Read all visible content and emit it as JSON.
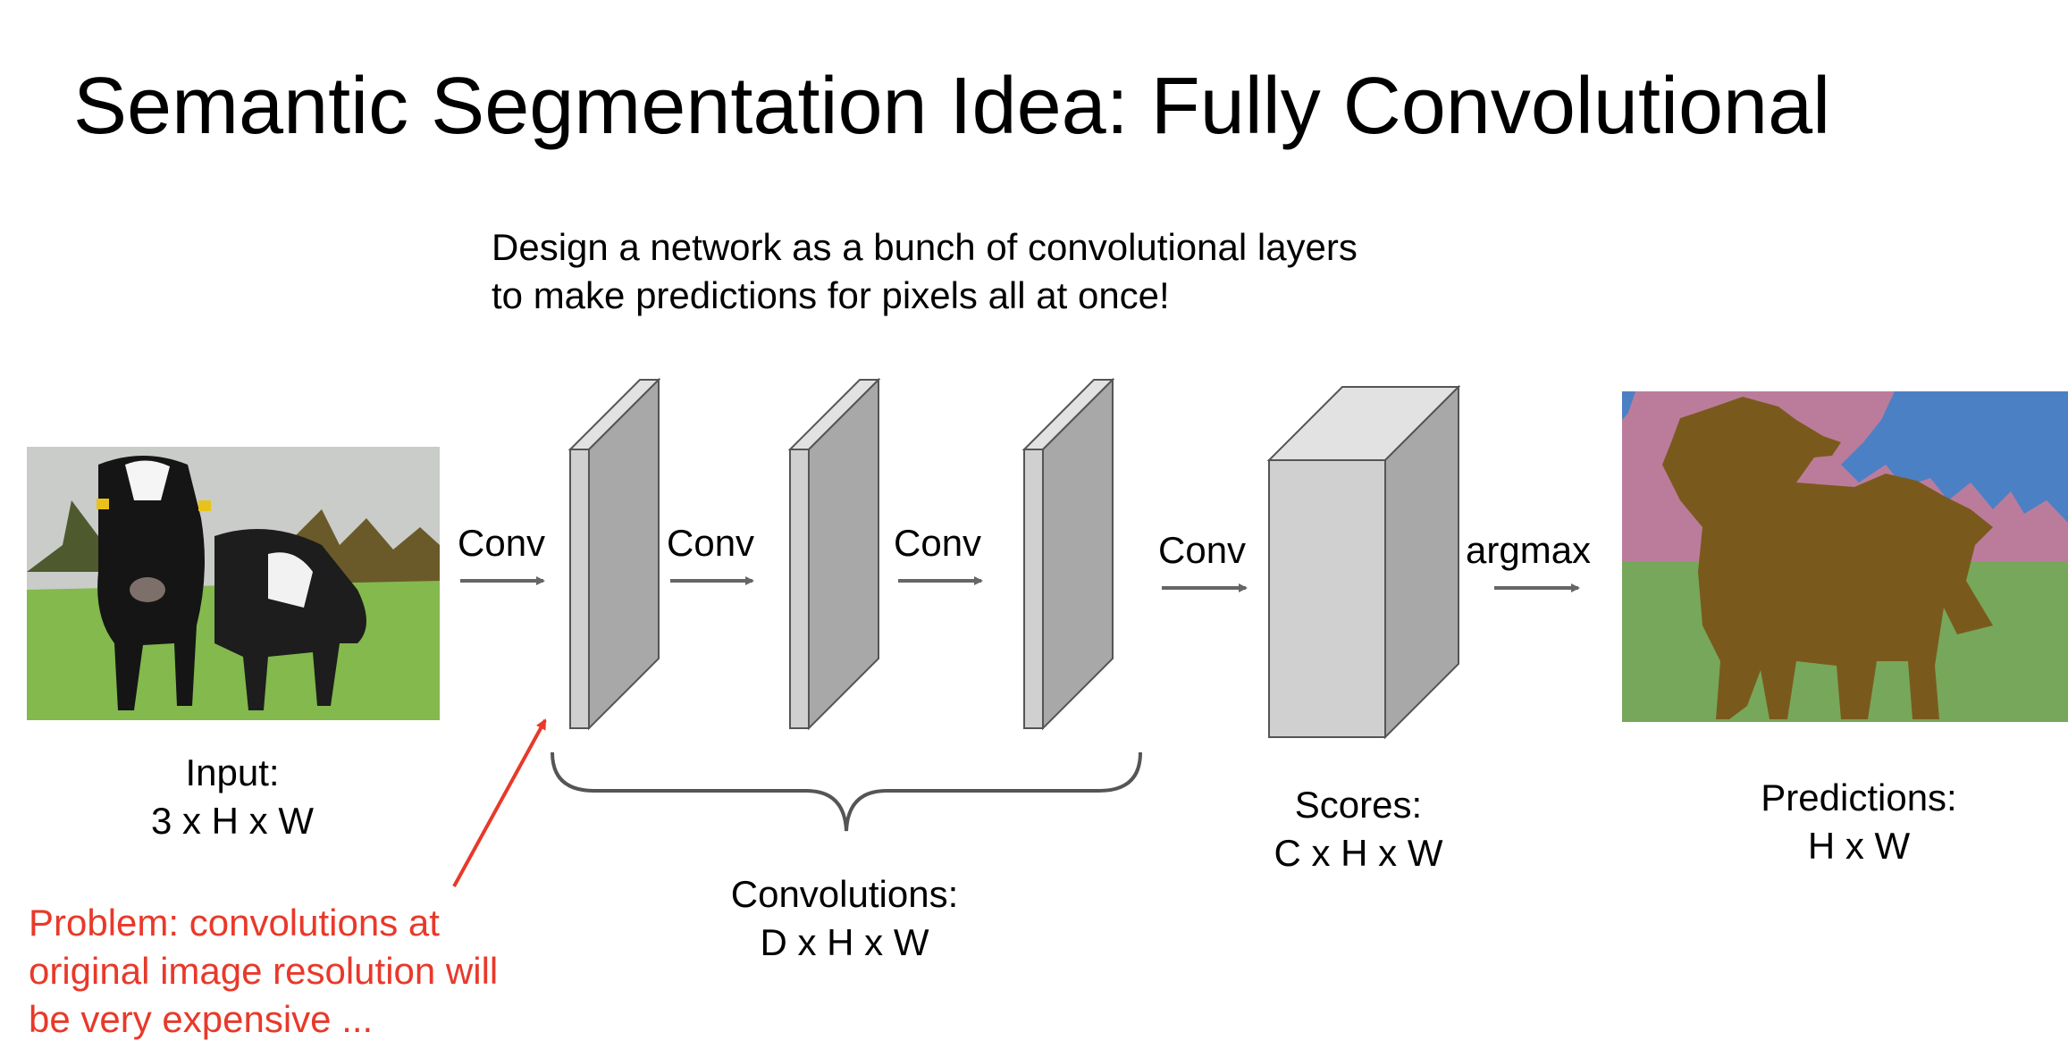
{
  "title": "Semantic Segmentation Idea: Fully Convolutional",
  "subtitle": {
    "line1": "Design a network as a bunch of convolutional layers",
    "line2": "to  make predictions for pixels all at once!"
  },
  "input": {
    "line1": "Input:",
    "line2": "3 x H x W"
  },
  "ops": {
    "conv1": "Conv",
    "conv2": "Conv",
    "conv3": "Conv",
    "conv4": "Conv",
    "argmax": "argmax"
  },
  "convolutions": {
    "line1": "Convolutions:",
    "line2": "D x H x W"
  },
  "scores": {
    "line1": "Scores:",
    "line2": "C x H x W"
  },
  "predictions": {
    "line1": "Predictions:",
    "line2": "H x W"
  },
  "problem": {
    "line1": "Problem: convolutions at",
    "line2": "original image resolution will",
    "line3": "be very expensive ..."
  },
  "colors": {
    "problem_text": "#e8392a",
    "layer_face": "#d0d0d0",
    "layer_side": "#a8a8a8",
    "arrow": "#666666",
    "seg_cow": "#7a5a1c",
    "seg_grass": "#77a75a",
    "seg_trees": "#bb7c9c",
    "seg_sky": "#4c80c4"
  }
}
